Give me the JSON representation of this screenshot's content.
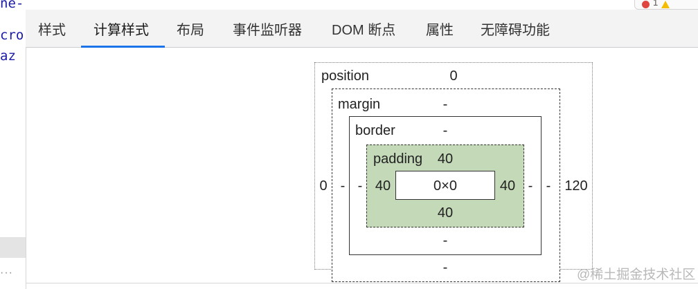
{
  "left_code": {
    "lines": [
      "ne-",
      "cro",
      "az"
    ],
    "ellipsis": "···"
  },
  "status": {
    "error_count": "1"
  },
  "tabs": [
    {
      "label": "样式"
    },
    {
      "label": "计算样式"
    },
    {
      "label": "布局"
    },
    {
      "label": "事件监听器"
    },
    {
      "label": "DOM 断点"
    },
    {
      "label": "属性"
    },
    {
      "label": "无障碍功能"
    }
  ],
  "active_tab": "计算样式",
  "box_model": {
    "position": {
      "label": "position",
      "top": "0",
      "left": "0",
      "right": "120"
    },
    "margin": {
      "label": "margin",
      "top": "-",
      "bottom": "-",
      "left": "-",
      "right": "-"
    },
    "border": {
      "label": "border",
      "top": "-",
      "bottom": "-",
      "left": "-",
      "right": "-"
    },
    "padding": {
      "label": "padding",
      "top": "40",
      "bottom": "40",
      "left": "40",
      "right": "40"
    },
    "content": {
      "size": "0×0"
    }
  },
  "watermark": "@稀土掘金技术社区",
  "colors": {
    "active_tab_underline": "#1a73e8",
    "padding_fill": "#c3d9b7",
    "error": "#e0443e",
    "warning": "#f5bd00"
  }
}
